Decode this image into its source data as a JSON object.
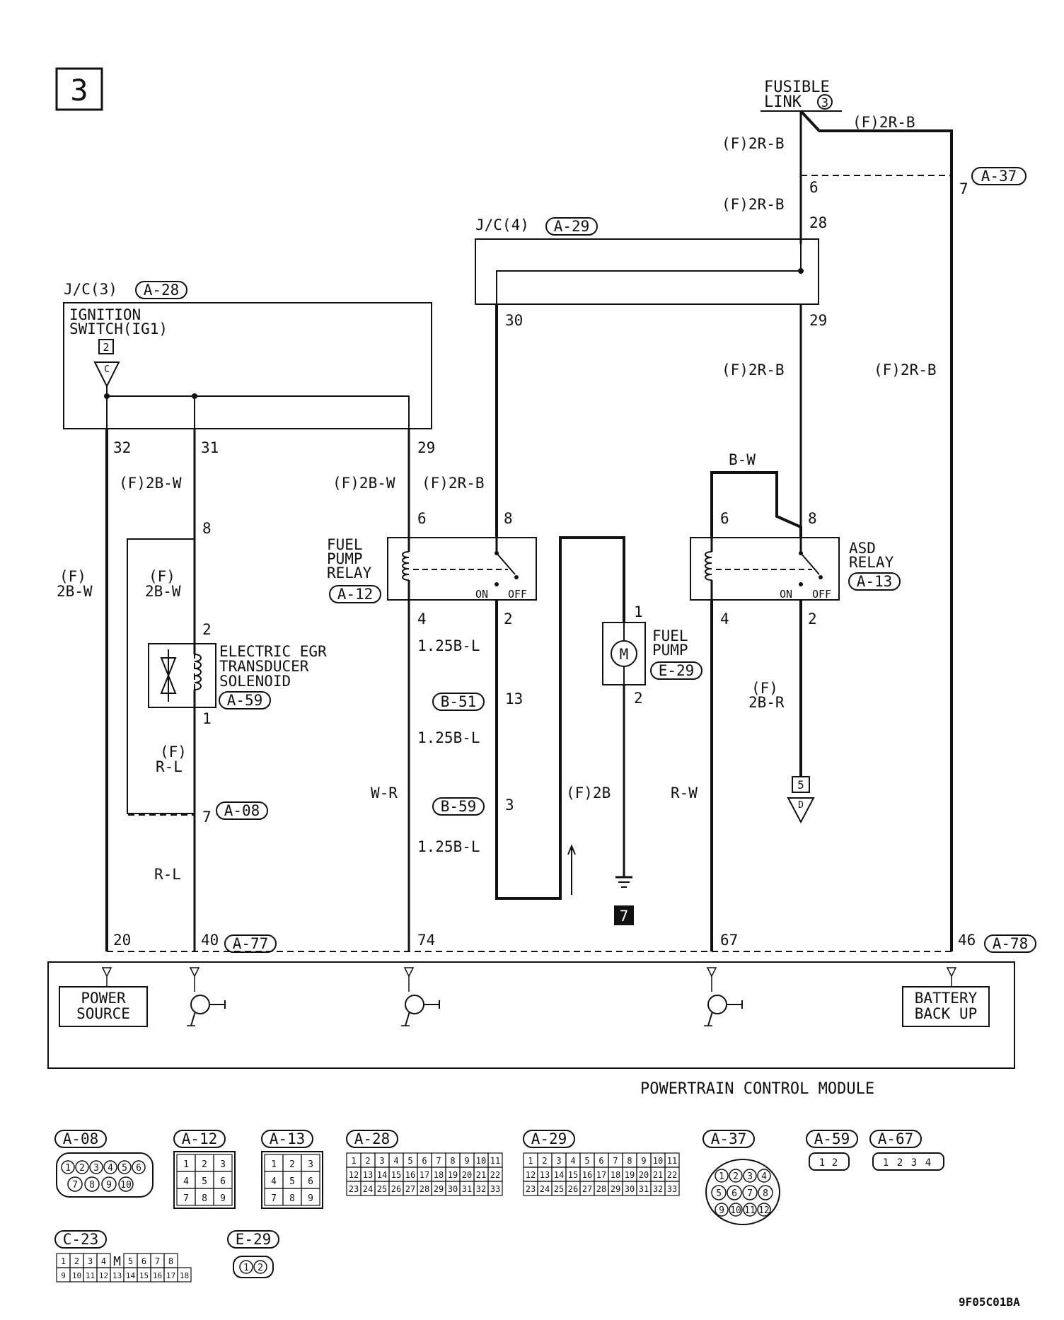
{
  "page_number": "3",
  "drawing_code": "9F05C01BA",
  "fusible_link": {
    "line1": "FUSIBLE",
    "line2": "LINK",
    "num": "3"
  },
  "jc3": {
    "label": "J/C(3)",
    "conn": "A-28",
    "pin_in_32": "32",
    "pin_in_31": "31",
    "pin_in_29": "29"
  },
  "jc4": {
    "label": "J/C(4)",
    "conn": "A-29",
    "pin_28": "28",
    "pin_30": "30",
    "pin_29": "29"
  },
  "ignition": {
    "line1": "IGNITION",
    "line2": "SWITCH(IG1)",
    "box": "2",
    "tri": "C"
  },
  "conn_a37": {
    "id": "A-37",
    "pin6": "6",
    "pin7": "7"
  },
  "wires": {
    "f2rb": "(F)2R-B",
    "f2bw": "(F)2B-W",
    "f": "(F)",
    "b2bw": "2B-W",
    "rl": "R-L",
    "wr": "W-R",
    "rw": "R-W",
    "bw": "B-W",
    "b125l": "1.25B-L",
    "f2b": "(F)2B",
    "b2br": "2B-R"
  },
  "fuel_pump_relay": {
    "line1": "FUEL",
    "line2": "PUMP",
    "line3": "RELAY",
    "conn": "A-12",
    "pin6": "6",
    "pin8": "8",
    "pin4": "4",
    "pin2": "2",
    "on": "ON",
    "off": "OFF"
  },
  "asd_relay": {
    "line1": "ASD",
    "line2": "RELAY",
    "conn": "A-13",
    "pin6": "6",
    "pin8": "8",
    "pin4": "4",
    "pin2": "2",
    "on": "ON",
    "off": "OFF"
  },
  "egr": {
    "line1": "ELECTRIC EGR",
    "line2": "TRANSDUCER",
    "line3": "SOLENOID",
    "conn": "A-59",
    "pin8": "8",
    "pin2": "2",
    "pin1": "1",
    "pin7": "7",
    "a08": "A-08"
  },
  "fuel_pump": {
    "line1": "FUEL",
    "line2": "PUMP",
    "conn": "E-29",
    "pin1": "1",
    "pin2": "2",
    "motor": "M",
    "ground_box": "7"
  },
  "splices": {
    "b51": "B-51",
    "b51_pin": "13",
    "b59": "B-59",
    "b59_pin": "3"
  },
  "asd_out": {
    "box": "5",
    "tri": "D"
  },
  "pcm": {
    "title": "POWERTRAIN CONTROL MODULE",
    "conn1": "A-77",
    "conn2": "A-78",
    "pin20": "20",
    "pin40": "40",
    "pin74": "74",
    "pin67": "67",
    "pin46": "46",
    "power_l1": "POWER",
    "power_l2": "SOURCE",
    "batt_l1": "BATTERY",
    "batt_l2": "BACK UP"
  },
  "connector_legend": {
    "a08": {
      "id": "A-08",
      "pins": [
        "1",
        "2",
        "3",
        "4",
        "5",
        "6",
        "7",
        "8",
        "9",
        "10"
      ]
    },
    "a12": {
      "id": "A-12",
      "pins": [
        "1",
        "2",
        "3",
        "4",
        "5",
        "6",
        "7",
        "8",
        "9"
      ]
    },
    "a13": {
      "id": "A-13",
      "pins": [
        "1",
        "2",
        "3",
        "4",
        "5",
        "6",
        "7",
        "8",
        "9"
      ]
    },
    "a28": {
      "id": "A-28",
      "pins": [
        "1",
        "2",
        "3",
        "4",
        "5",
        "6",
        "7",
        "8",
        "9",
        "10",
        "11",
        "12",
        "13",
        "14",
        "15",
        "16",
        "17",
        "18",
        "19",
        "20",
        "21",
        "22",
        "23",
        "24",
        "25",
        "26",
        "27",
        "28",
        "29",
        "30",
        "31",
        "32",
        "33"
      ]
    },
    "a29": {
      "id": "A-29",
      "pins": [
        "1",
        "2",
        "3",
        "4",
        "5",
        "6",
        "7",
        "8",
        "9",
        "10",
        "11",
        "12",
        "13",
        "14",
        "15",
        "16",
        "17",
        "18",
        "19",
        "20",
        "21",
        "22",
        "23",
        "24",
        "25",
        "26",
        "27",
        "28",
        "29",
        "30",
        "31",
        "32",
        "33"
      ]
    },
    "a37": {
      "id": "A-37",
      "pins": [
        "1",
        "2",
        "3",
        "4",
        "5",
        "6",
        "7",
        "8",
        "9",
        "10",
        "11",
        "12"
      ]
    },
    "a59": {
      "id": "A-59",
      "pins": [
        "1",
        "2"
      ]
    },
    "a67": {
      "id": "A-67",
      "pins": [
        "1",
        "2",
        "3",
        "4"
      ]
    },
    "c23": {
      "id": "C-23",
      "pins": [
        "1",
        "2",
        "3",
        "4",
        "5",
        "6",
        "7",
        "8",
        "9",
        "10",
        "11",
        "12",
        "13",
        "14",
        "15",
        "16",
        "17",
        "18"
      ],
      "mark": "M"
    },
    "e29": {
      "id": "E-29",
      "pins": [
        "1",
        "2"
      ]
    }
  }
}
